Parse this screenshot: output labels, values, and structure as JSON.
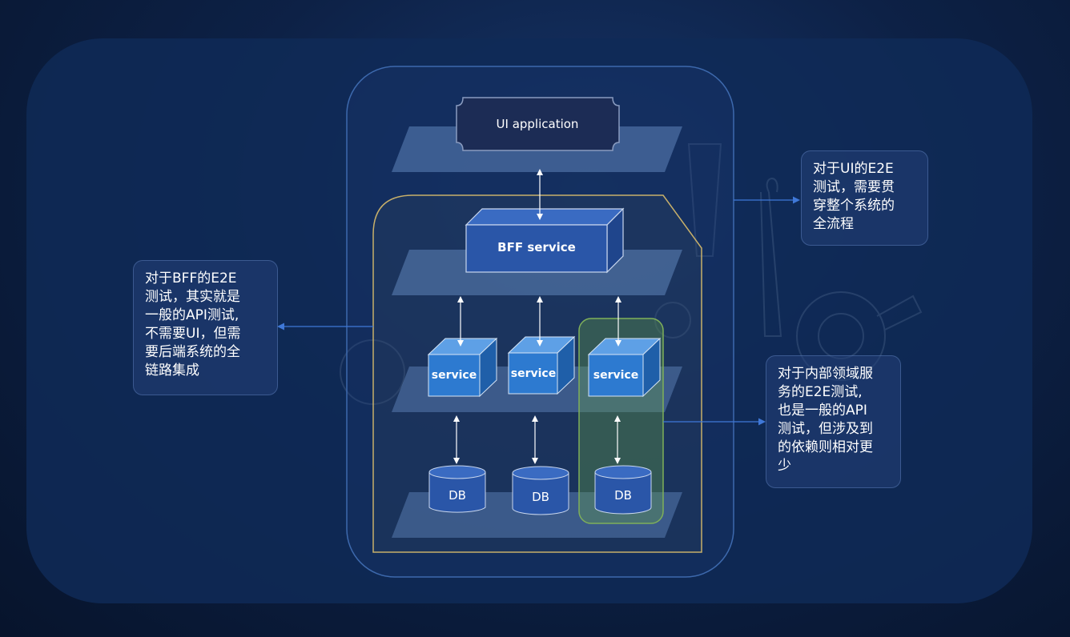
{
  "diagram": {
    "ui_layer": {
      "label": "UI application"
    },
    "bff_layer": {
      "label": "BFF service"
    },
    "services": [
      {
        "label": "service"
      },
      {
        "label": "service"
      },
      {
        "label": "service"
      }
    ],
    "databases": [
      {
        "label": "DB"
      },
      {
        "label": "DB"
      },
      {
        "label": "DB"
      }
    ]
  },
  "annotations": {
    "ui_e2e": "对于UI的E2E\n测试，需要贯\n穿整个系统的\n全流程",
    "bff_e2e": "对于BFF的E2E\n测试，其实就是\n一般的API测试,\n不需要UI，但需\n要后端系统的全\n链路集成",
    "domain_e2e": "对于内部领域服\n务的E2E测试,\n也是一般的API\n测试，但涉及到\n的依赖则相对更\n少"
  },
  "colors": {
    "panel": "#0f2a57",
    "layer_plate": "#6f97cf",
    "box_front": "#2a56a8",
    "service_front": "#2d7ad0",
    "bff_outline": "#c8b06a",
    "domain_highlight": "#7fb05a",
    "connector": "#3f78d8"
  }
}
